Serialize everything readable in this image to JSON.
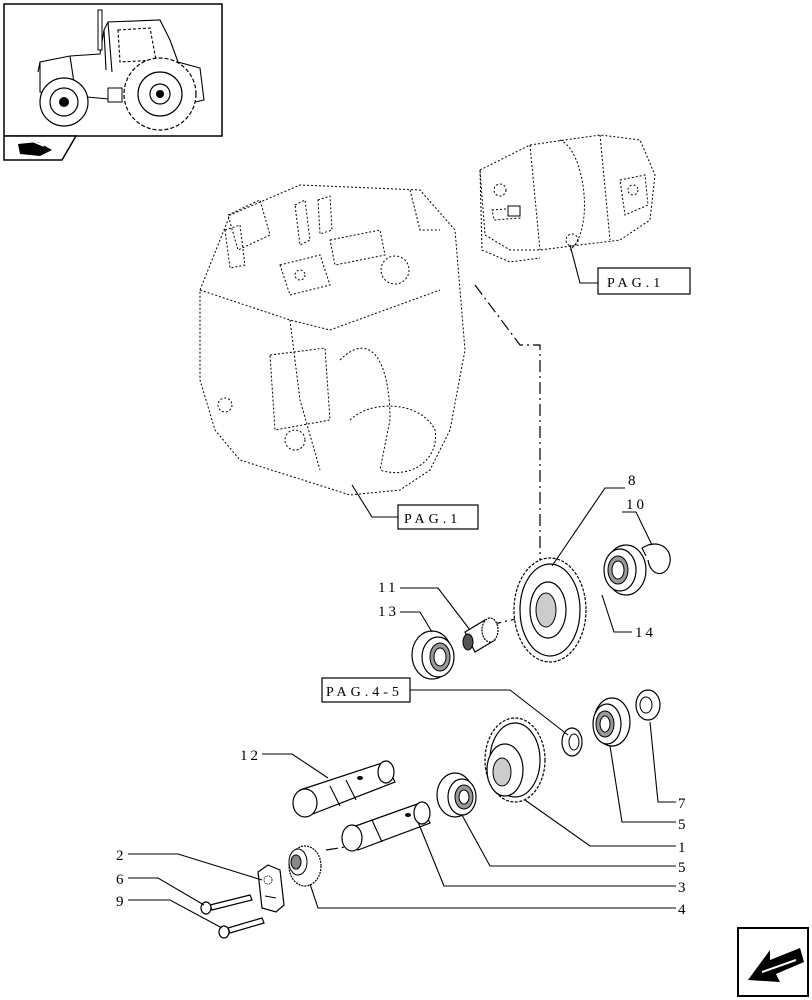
{
  "callouts": {
    "c1": "1",
    "c2": "2",
    "c3": "3",
    "c4": "4",
    "c5a": "5",
    "c5b": "5",
    "c6": "6",
    "c7": "7",
    "c8": "8",
    "c9": "9",
    "c10": "10",
    "c11": "11",
    "c12": "12",
    "c13": "13",
    "c14": "14"
  },
  "page_refs": {
    "pump_ref": "PAG.1",
    "housing_ref": "PAG.1",
    "gear_ref": "PAG.4-5"
  },
  "icons": {
    "thumbnail": "tractor-thumbnail-icon",
    "section": "section-wedge-icon",
    "nav": "next-page-arrow-icon"
  },
  "colors": {
    "line": "#000000",
    "background": "#ffffff"
  }
}
